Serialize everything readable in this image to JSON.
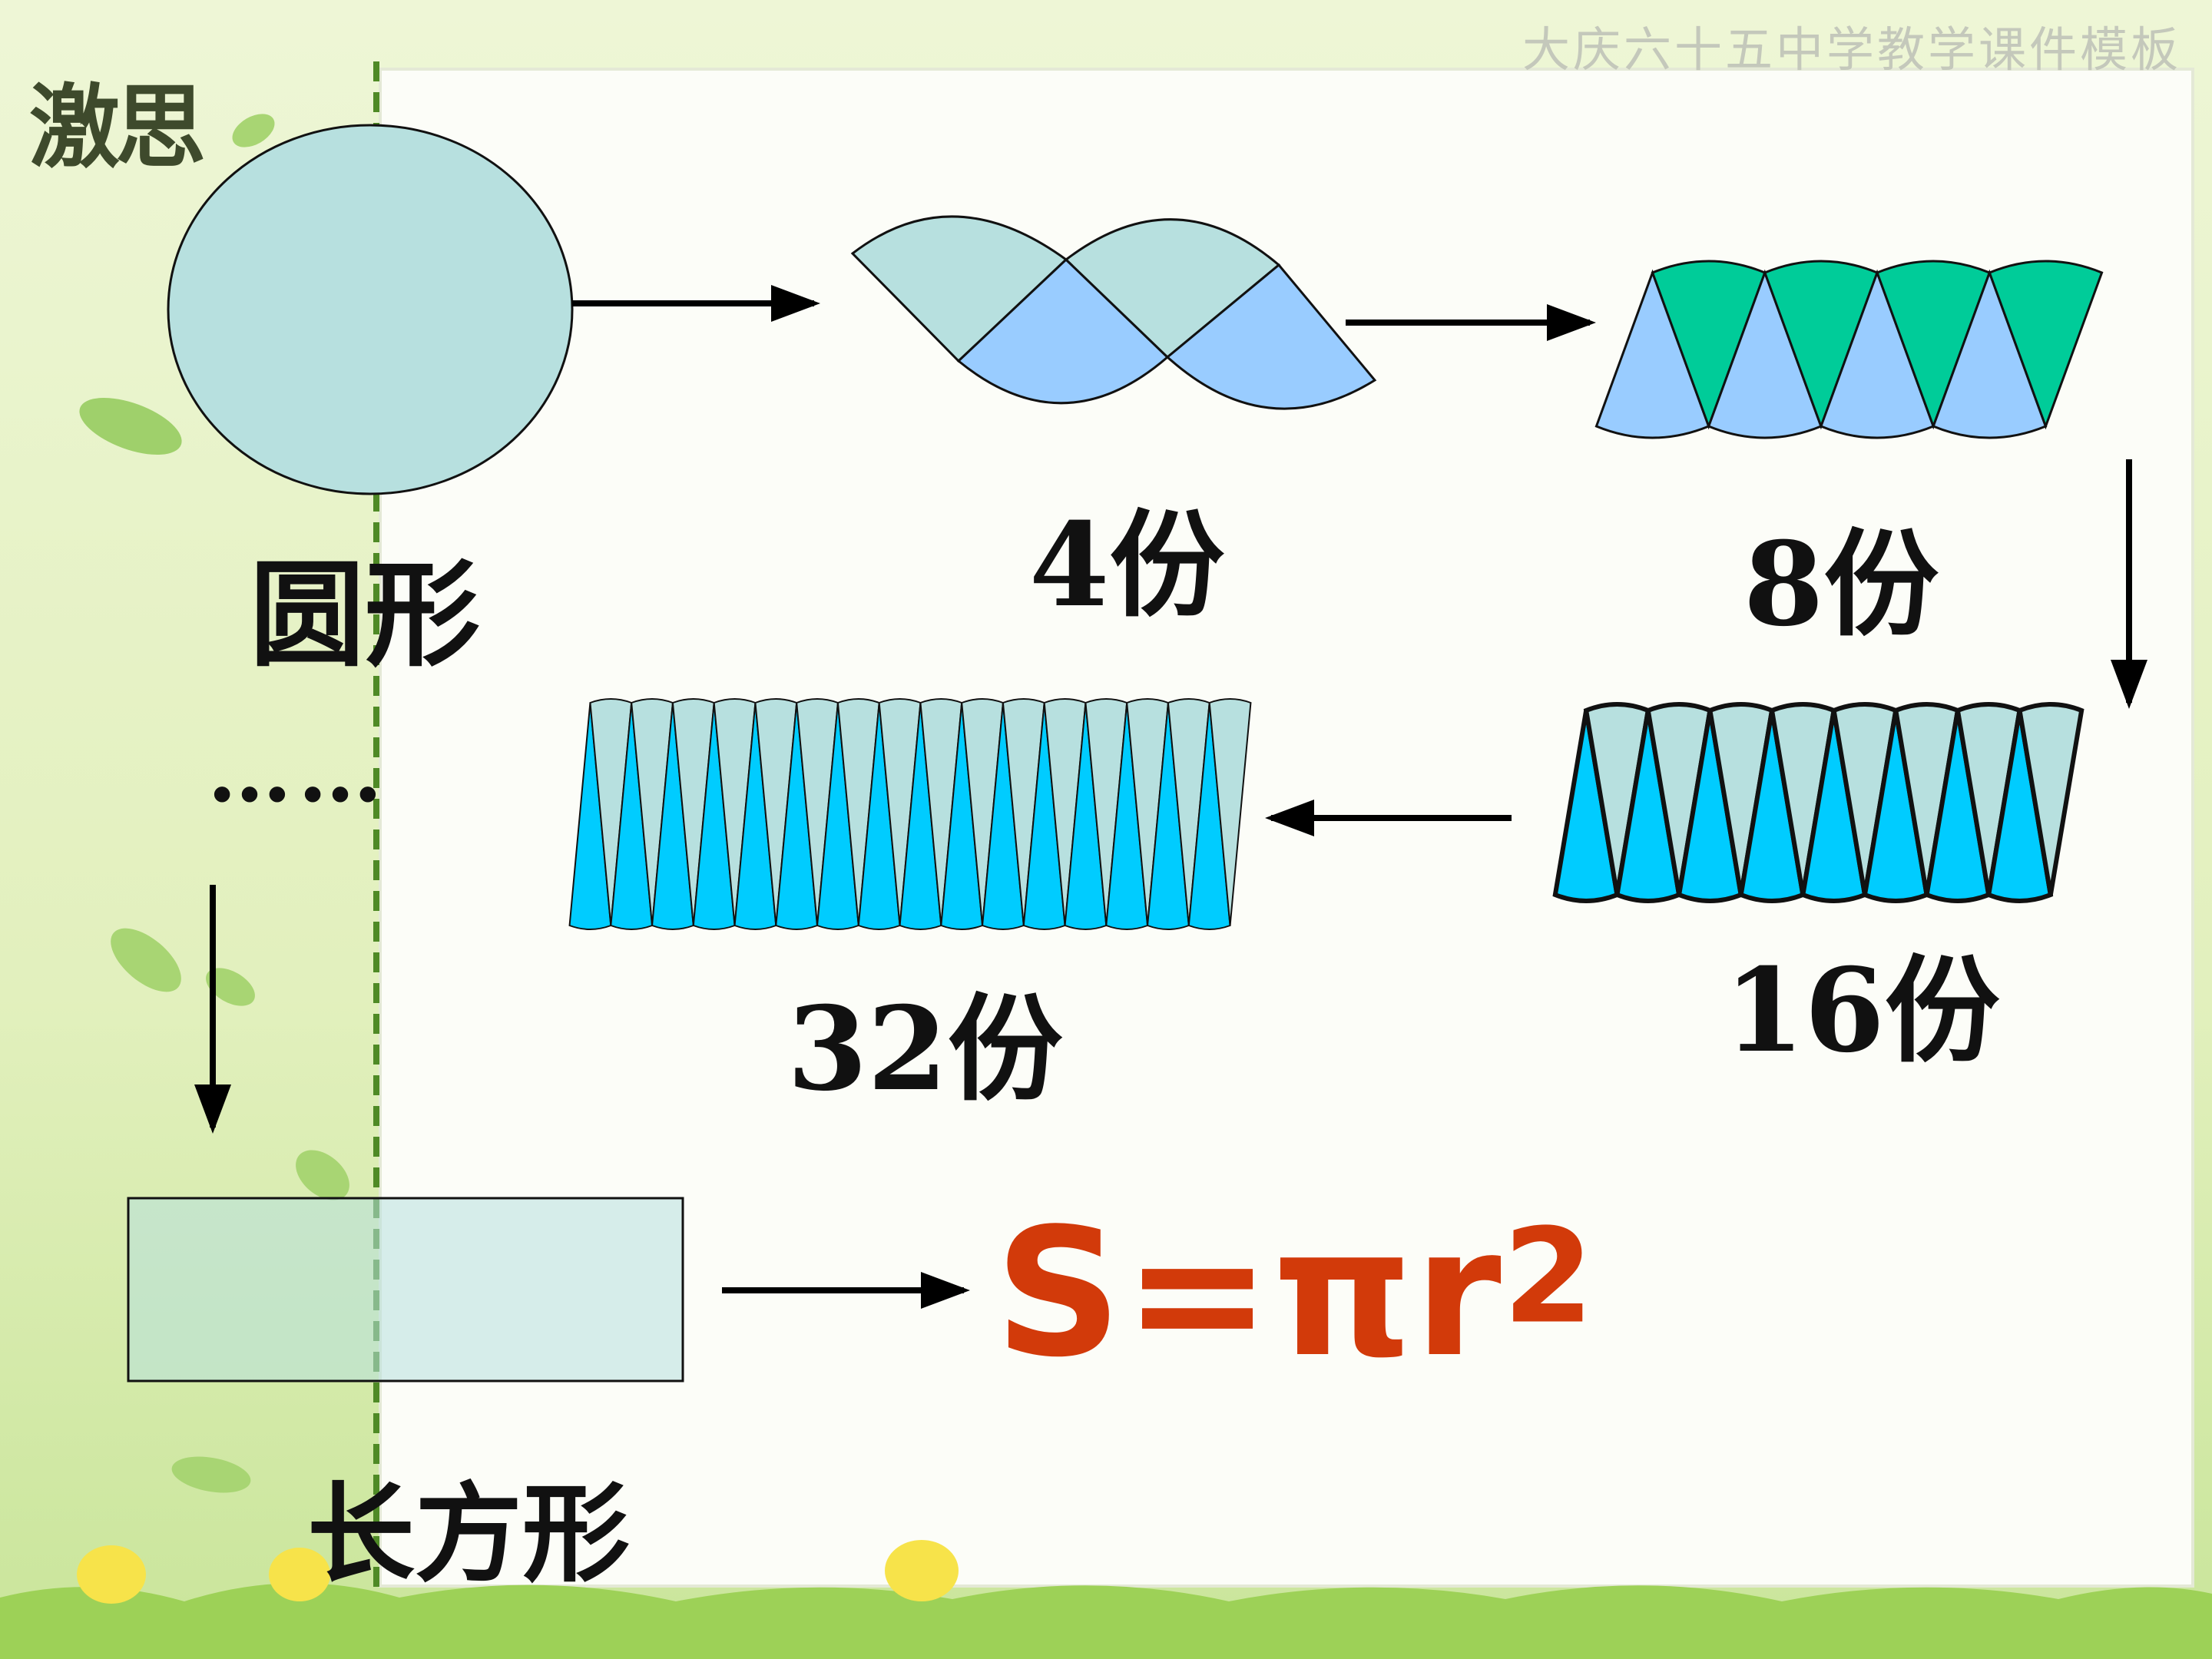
{
  "header": {
    "watermark": "大庆六十五中学教学课件模板",
    "corner_title": "激思"
  },
  "labels": {
    "circle": "圆形",
    "four": "4份",
    "eight": "8份",
    "sixteen": "16份",
    "thirtytwo": "32份",
    "dots": "……",
    "rectangle": "长方形"
  },
  "formula": {
    "main": "S=πr",
    "exponent": "2"
  },
  "colors": {
    "sector_light": "#b7e0df",
    "sector_blue": "#99ccff",
    "sector_green": "#00cc99",
    "sector_cyan": "#00ccff",
    "formula": "#d23a0a",
    "panel": "#fcfdf8",
    "dashed_line": "#4f8a26"
  }
}
